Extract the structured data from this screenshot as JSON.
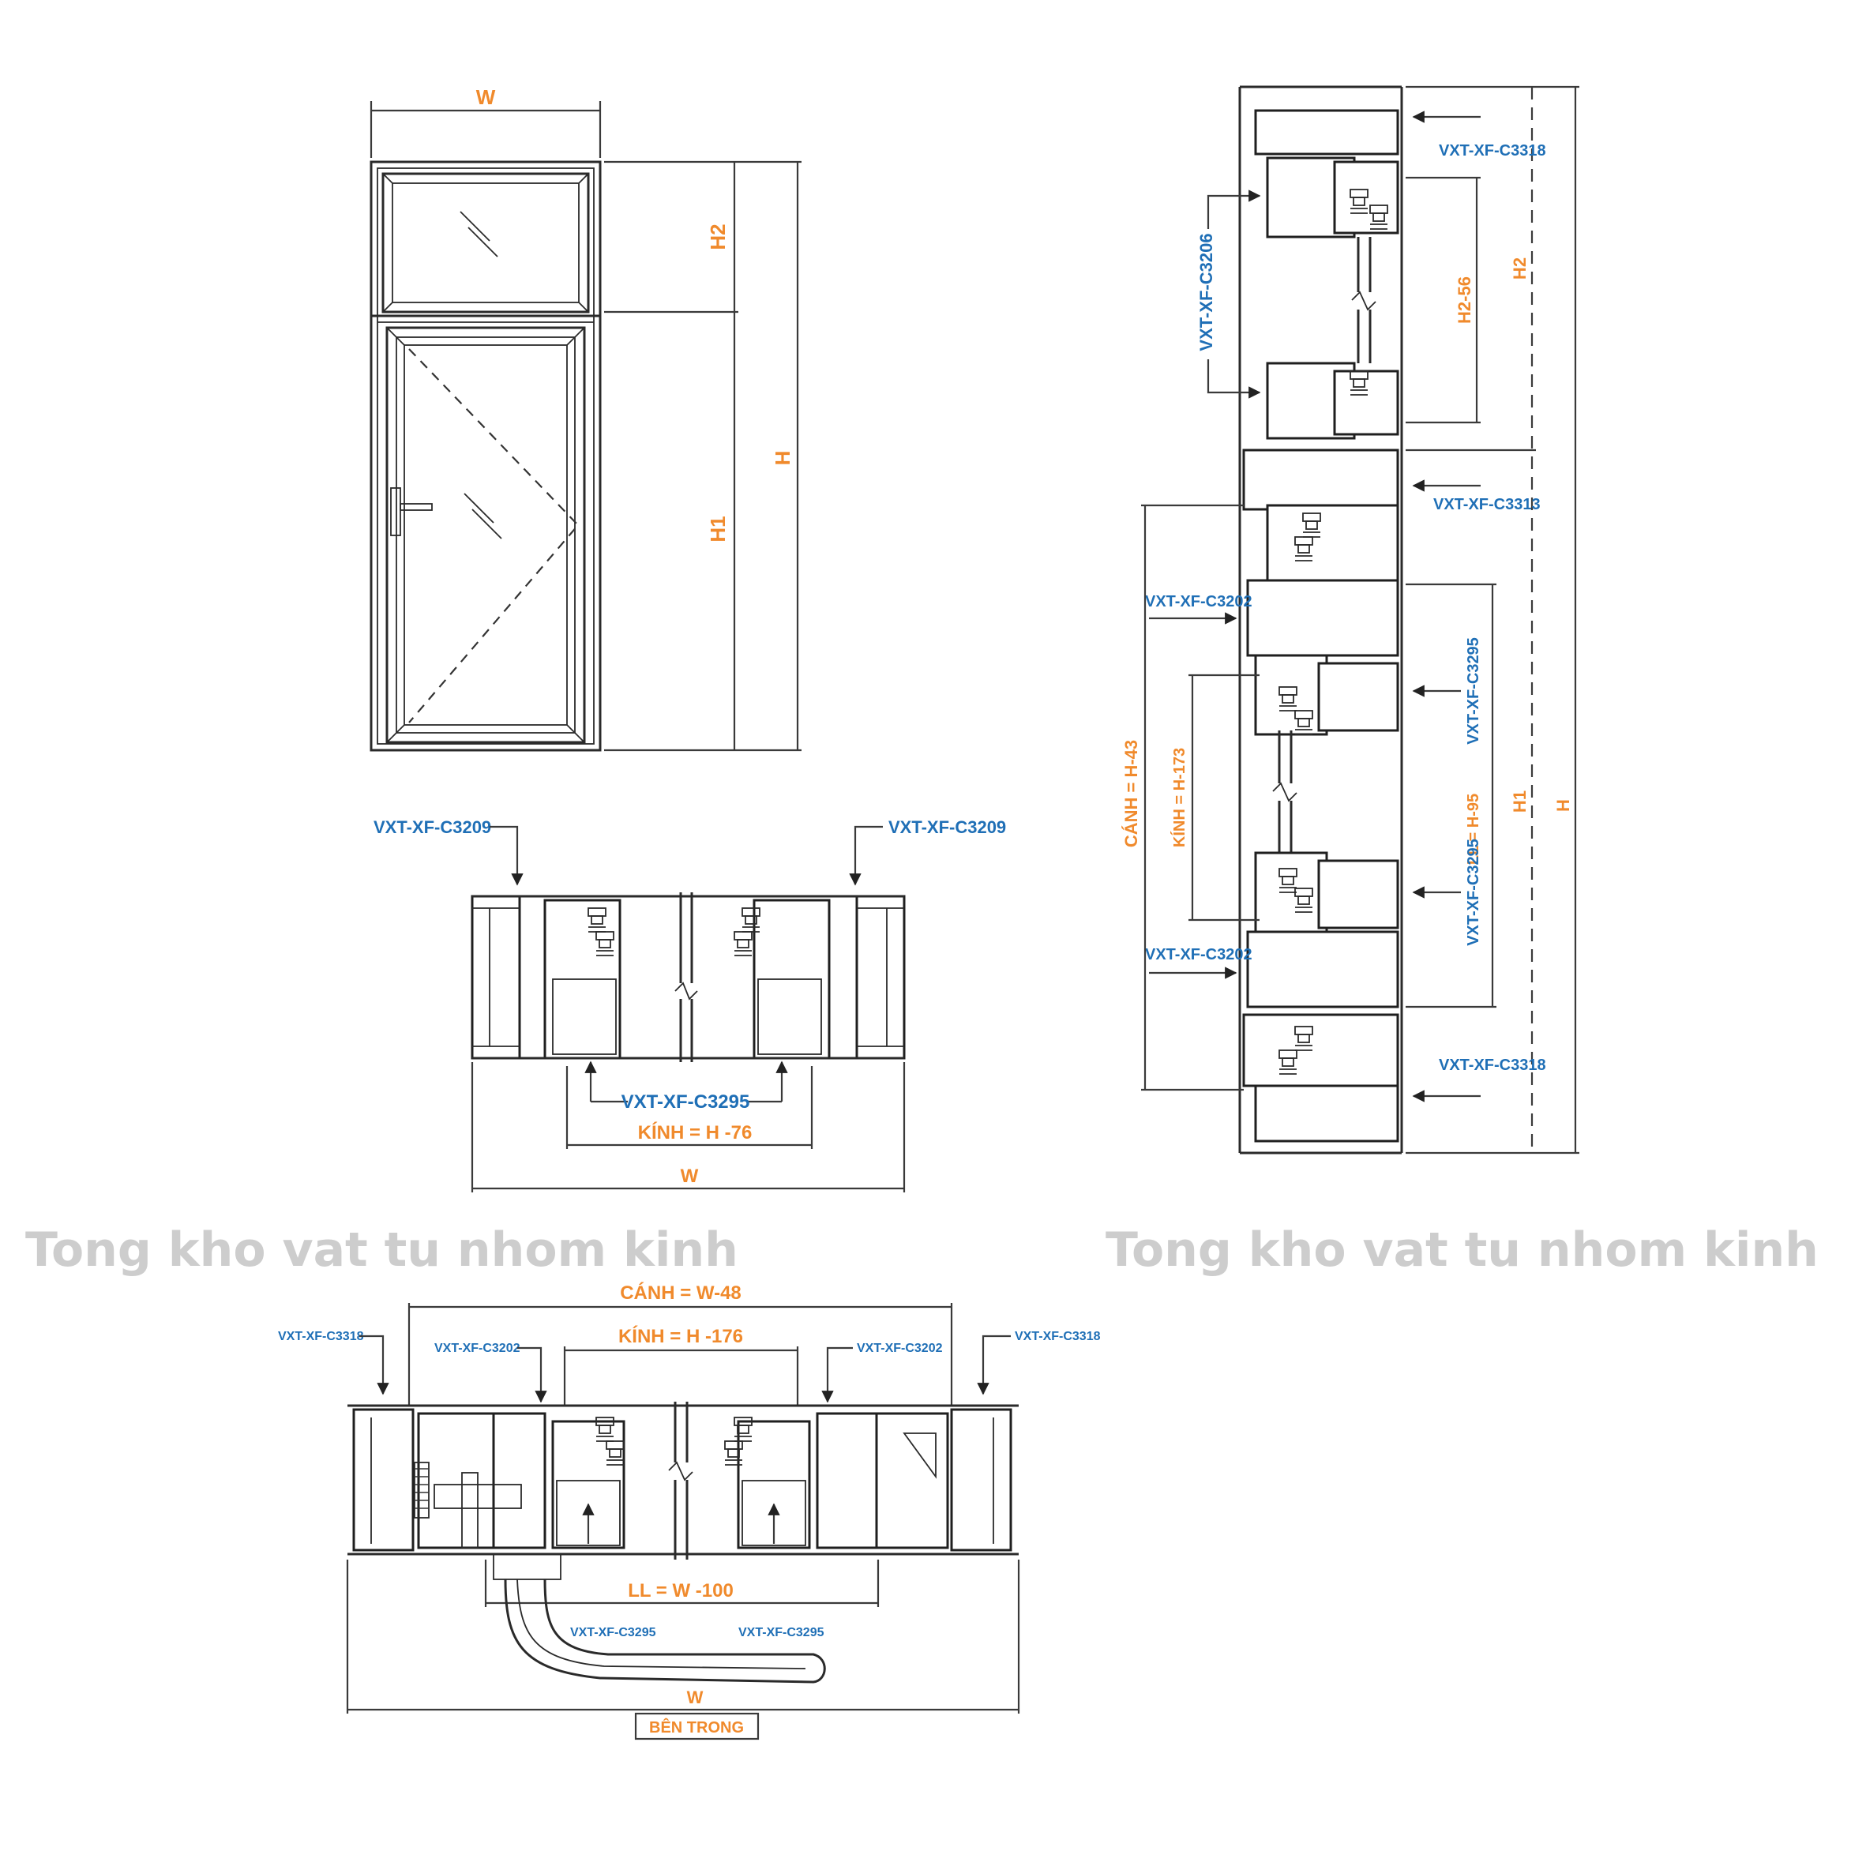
{
  "colors": {
    "dimension_text": "#f08a2c",
    "profile_code_text": "#1f6fb6",
    "line": "#2a2a2a",
    "watermark": "#cdcdcd"
  },
  "elevation": {
    "w": "W",
    "h": "H",
    "h1": "H1",
    "h2": "H2"
  },
  "transom_section": {
    "left_code": "VXT-XF-C3209",
    "right_code": "VXT-XF-C3209",
    "bead_code": "VXT-XF-C3295",
    "glass_dim": "KÍNH = H -76",
    "w": "W"
  },
  "vertical_section": {
    "top_frame_code": "VXT-XF-C3318",
    "transom_vert_code": "VXT-XF-C3206",
    "h2_minus": "H2-56",
    "h2": "H2",
    "mullion_code": "VXT-XF-C3313",
    "sash_top_code": "VXT-XF-C3202",
    "sash_bottom_code": "VXT-XF-C3202",
    "bead_top_code": "VXT-XF-C3295",
    "bead_bottom_code": "VXT-XF-C3295",
    "sash_dim": "CÁNH = H-43",
    "glass_dim": "KÍNH = H-173",
    "ll_dim": "LL = H-95",
    "h1": "H1",
    "h": "H",
    "bottom_frame_code": "VXT-XF-C3318"
  },
  "door_section": {
    "sash_dim": "CÁNH = W-48",
    "glass_dim": "KÍNH = H -176",
    "left_frame_code": "VXT-XF-C3318",
    "right_frame_code": "VXT-XF-C3318",
    "left_sash_code": "VXT-XF-C3202",
    "right_sash_code": "VXT-XF-C3202",
    "ll_dim": "LL = W -100",
    "left_bead_code": "VXT-XF-C3295",
    "right_bead_code": "VXT-XF-C3295",
    "w": "W",
    "inside_label": "BÊN TRONG"
  },
  "watermarks": {
    "left": "Tong kho vat tu nhom kinh",
    "right": "Tong kho vat tu nhom kinh"
  }
}
